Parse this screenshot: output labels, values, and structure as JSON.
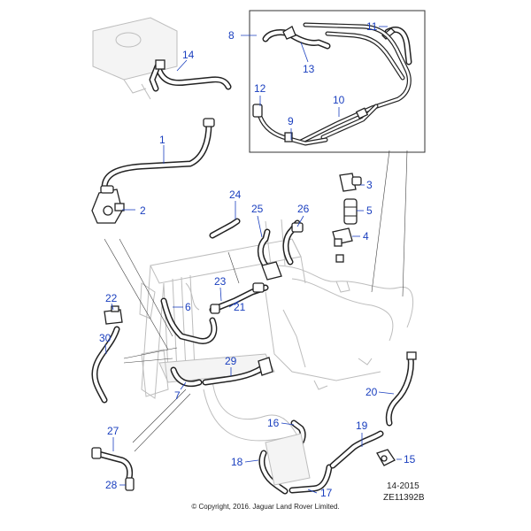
{
  "diagram": {
    "callouts": [
      {
        "id": "c1",
        "label": "1"
      },
      {
        "id": "c2",
        "label": "2"
      },
      {
        "id": "c3",
        "label": "3"
      },
      {
        "id": "c4",
        "label": "4"
      },
      {
        "id": "c5",
        "label": "5"
      },
      {
        "id": "c6",
        "label": "6"
      },
      {
        "id": "c7",
        "label": "7"
      },
      {
        "id": "c8",
        "label": "8"
      },
      {
        "id": "c9",
        "label": "9"
      },
      {
        "id": "c10",
        "label": "10"
      },
      {
        "id": "c11",
        "label": "11"
      },
      {
        "id": "c12",
        "label": "12"
      },
      {
        "id": "c13",
        "label": "13"
      },
      {
        "id": "c14",
        "label": "14"
      },
      {
        "id": "c15",
        "label": "15"
      },
      {
        "id": "c16",
        "label": "16"
      },
      {
        "id": "c17",
        "label": "17"
      },
      {
        "id": "c18",
        "label": "18"
      },
      {
        "id": "c19",
        "label": "19"
      },
      {
        "id": "c20",
        "label": "20"
      },
      {
        "id": "c21",
        "label": "21"
      },
      {
        "id": "c22",
        "label": "22"
      },
      {
        "id": "c23",
        "label": "23"
      },
      {
        "id": "c24",
        "label": "24"
      },
      {
        "id": "c25",
        "label": "25"
      },
      {
        "id": "c26",
        "label": "26"
      },
      {
        "id": "c27",
        "label": "27"
      },
      {
        "id": "c28",
        "label": "28"
      },
      {
        "id": "c29",
        "label": "29"
      },
      {
        "id": "c30",
        "label": "30"
      }
    ],
    "date_code": "14-2015",
    "ref_code": "ZE11392B",
    "copyright": "© Copyright, 2016. Jaguar Land Rover Limited."
  },
  "colors": {
    "callout": "#1a3fbf",
    "line_art": "#222222",
    "ghost": "#bdbdbd",
    "background": "#ffffff"
  }
}
